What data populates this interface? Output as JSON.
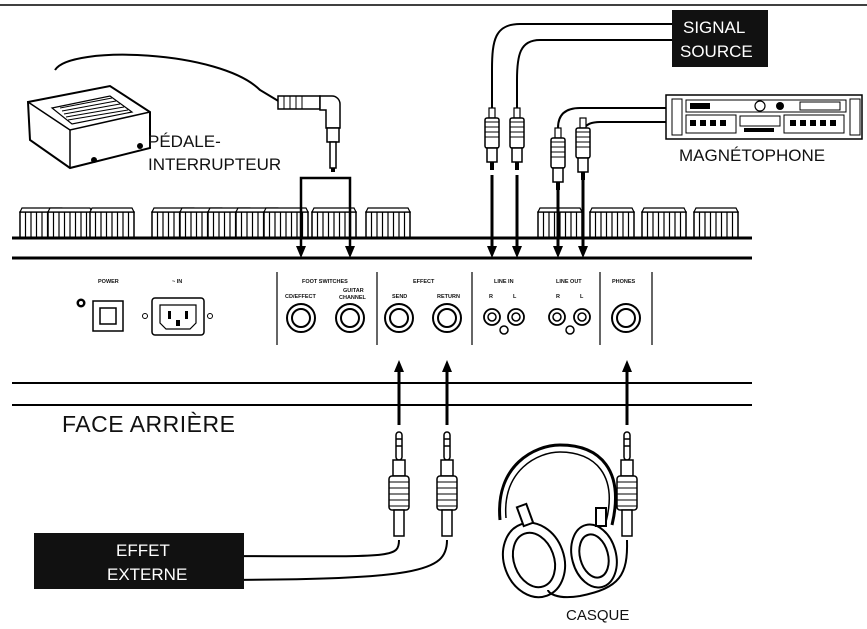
{
  "labels": {
    "signal_source_line1": "SIGNAL",
    "signal_source_line2": "SOURCE",
    "pedal_line1": "PÉDALE-",
    "pedal_line2": "INTERRUPTEUR",
    "recorder": "MAGNÉTOPHONE",
    "rear_panel": "FACE  ARRIÈRE",
    "external_effect_line1": "EFFET",
    "external_effect_line2": "EXTERNE",
    "headphones": "CASQUE"
  },
  "panel": {
    "power": "POWER",
    "ac_in": "~ IN",
    "foot_switches": "FOOT SWITCHES",
    "cd_effect": "CD/EFFECT",
    "guitar_channel_line1": "GUITAR",
    "guitar_channel_line2": "CHANNEL",
    "effect": "EFFECT",
    "send": "SEND",
    "return": "RETURN",
    "line_in": "LINE IN",
    "line_in_r": "R",
    "line_in_l": "L",
    "line_out": "LINE OUT",
    "line_out_r": "R",
    "line_out_l": "L",
    "phones": "PHONES"
  },
  "colors": {
    "ink": "#000000",
    "label_box": "#111111",
    "background": "#ffffff"
  }
}
